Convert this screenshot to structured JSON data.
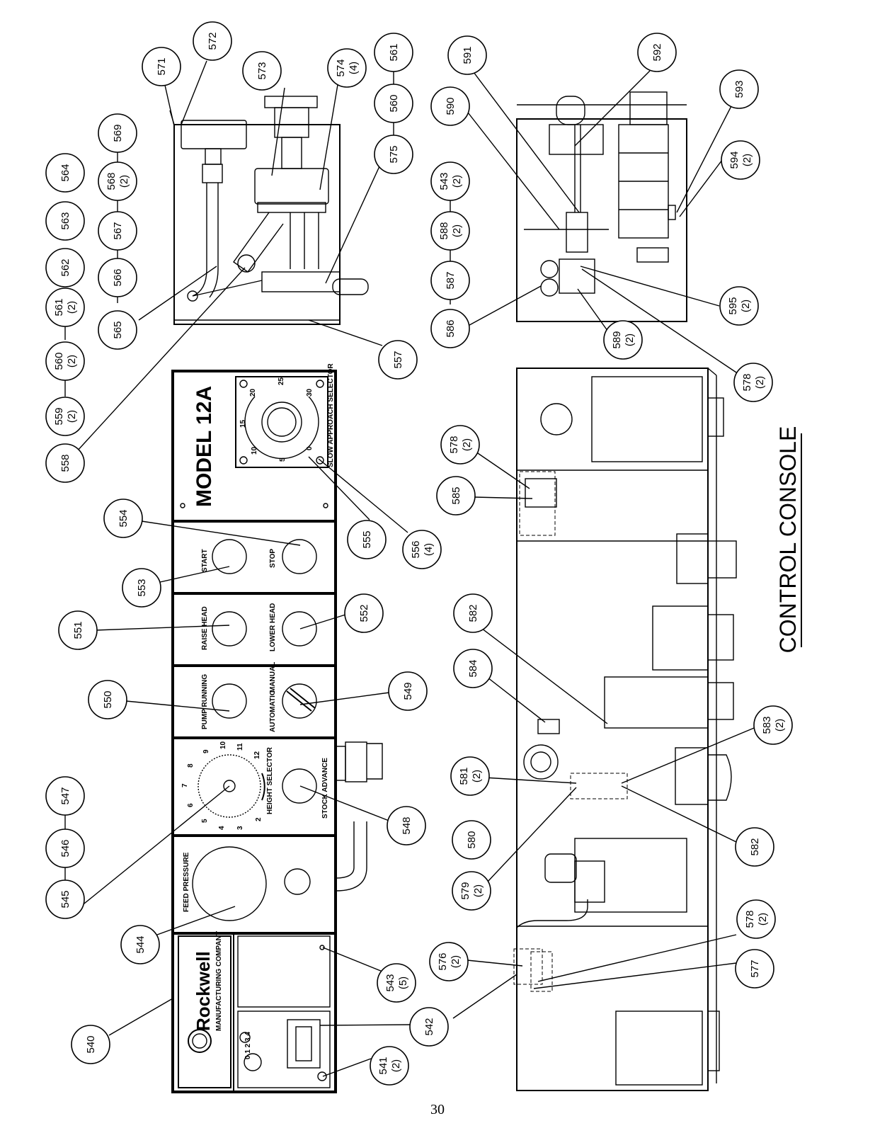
{
  "title": "CONTROL CONSOLE",
  "page_number": "30",
  "panel": {
    "model": "MODEL 12A",
    "brand_name": "Rockwell",
    "brand_sub": "MANUFACTURING COMPANY",
    "counter": "0 1 2 3 4",
    "feed_pressure": "FEED PRESSURE",
    "height_selector": "HEIGHT SELECTOR",
    "stock_advance": "STOCK ADVANCE",
    "pump_running": "PUMP RUNNING",
    "automatic": "AUTOMATIC",
    "manual": "MANUAL",
    "raise_head": "RAISE HEAD",
    "lower_head": "LOWER HEAD",
    "start": "START",
    "stop": "STOP",
    "slow_approach_selector": "SLOW APPROACH SELECTOR",
    "height_dial": [
      "2",
      "3",
      "4",
      "5",
      "6",
      "7",
      "8",
      "9",
      "10",
      "11",
      "12"
    ],
    "approach_dial": [
      "0",
      "5",
      "10",
      "15",
      "20",
      "25",
      "30"
    ]
  },
  "callouts": {
    "c540": "540",
    "c541": "541",
    "c541q": "(2)",
    "c542": "542",
    "c543a": "543",
    "c543aq": "(5)",
    "c544": "544",
    "c545": "545",
    "c546": "546",
    "c547": "547",
    "c548": "548",
    "c549": "549",
    "c550": "550",
    "c551": "551",
    "c552": "552",
    "c553": "553",
    "c554": "554",
    "c555": "555",
    "c556": "556",
    "c556q": "(4)",
    "c557": "557",
    "c558": "558",
    "c559": "559",
    "c559q": "(2)",
    "c560a": "560",
    "c560aq": "(2)",
    "c561a": "561",
    "c561aq": "(2)",
    "c562": "562",
    "c563": "563",
    "c564": "564",
    "c565": "565",
    "c566": "566",
    "c567": "567",
    "c568": "568",
    "c568q": "(2)",
    "c569": "569",
    "c571": "571",
    "c572": "572",
    "c573": "573",
    "c574": "574",
    "c574q": "(4)",
    "c575": "575",
    "c560b": "560",
    "c561b": "561",
    "c590": "590",
    "c591": "591",
    "c592": "592",
    "c593": "593",
    "c594": "594",
    "c594q": "(2)",
    "c543b": "543",
    "c543bq": "(2)",
    "c588": "588",
    "c588q": "(2)",
    "c587": "587",
    "c586": "586",
    "c595": "595",
    "c595q": "(2)",
    "c589": "589",
    "c589q": "(2)",
    "c578a": "578",
    "c578aq": "(2)",
    "c578b": "578",
    "c578bq": "(2)",
    "c585": "585",
    "c582a": "582",
    "c584": "584",
    "c581": "581",
    "c581q": "(2)",
    "c583": "583",
    "c583q": "(2)",
    "c582b": "582",
    "c580": "580",
    "c579": "579",
    "c579q": "(2)",
    "c578c": "578",
    "c578cq": "(2)",
    "c576": "576",
    "c576q": "(2)",
    "c577": "577"
  }
}
